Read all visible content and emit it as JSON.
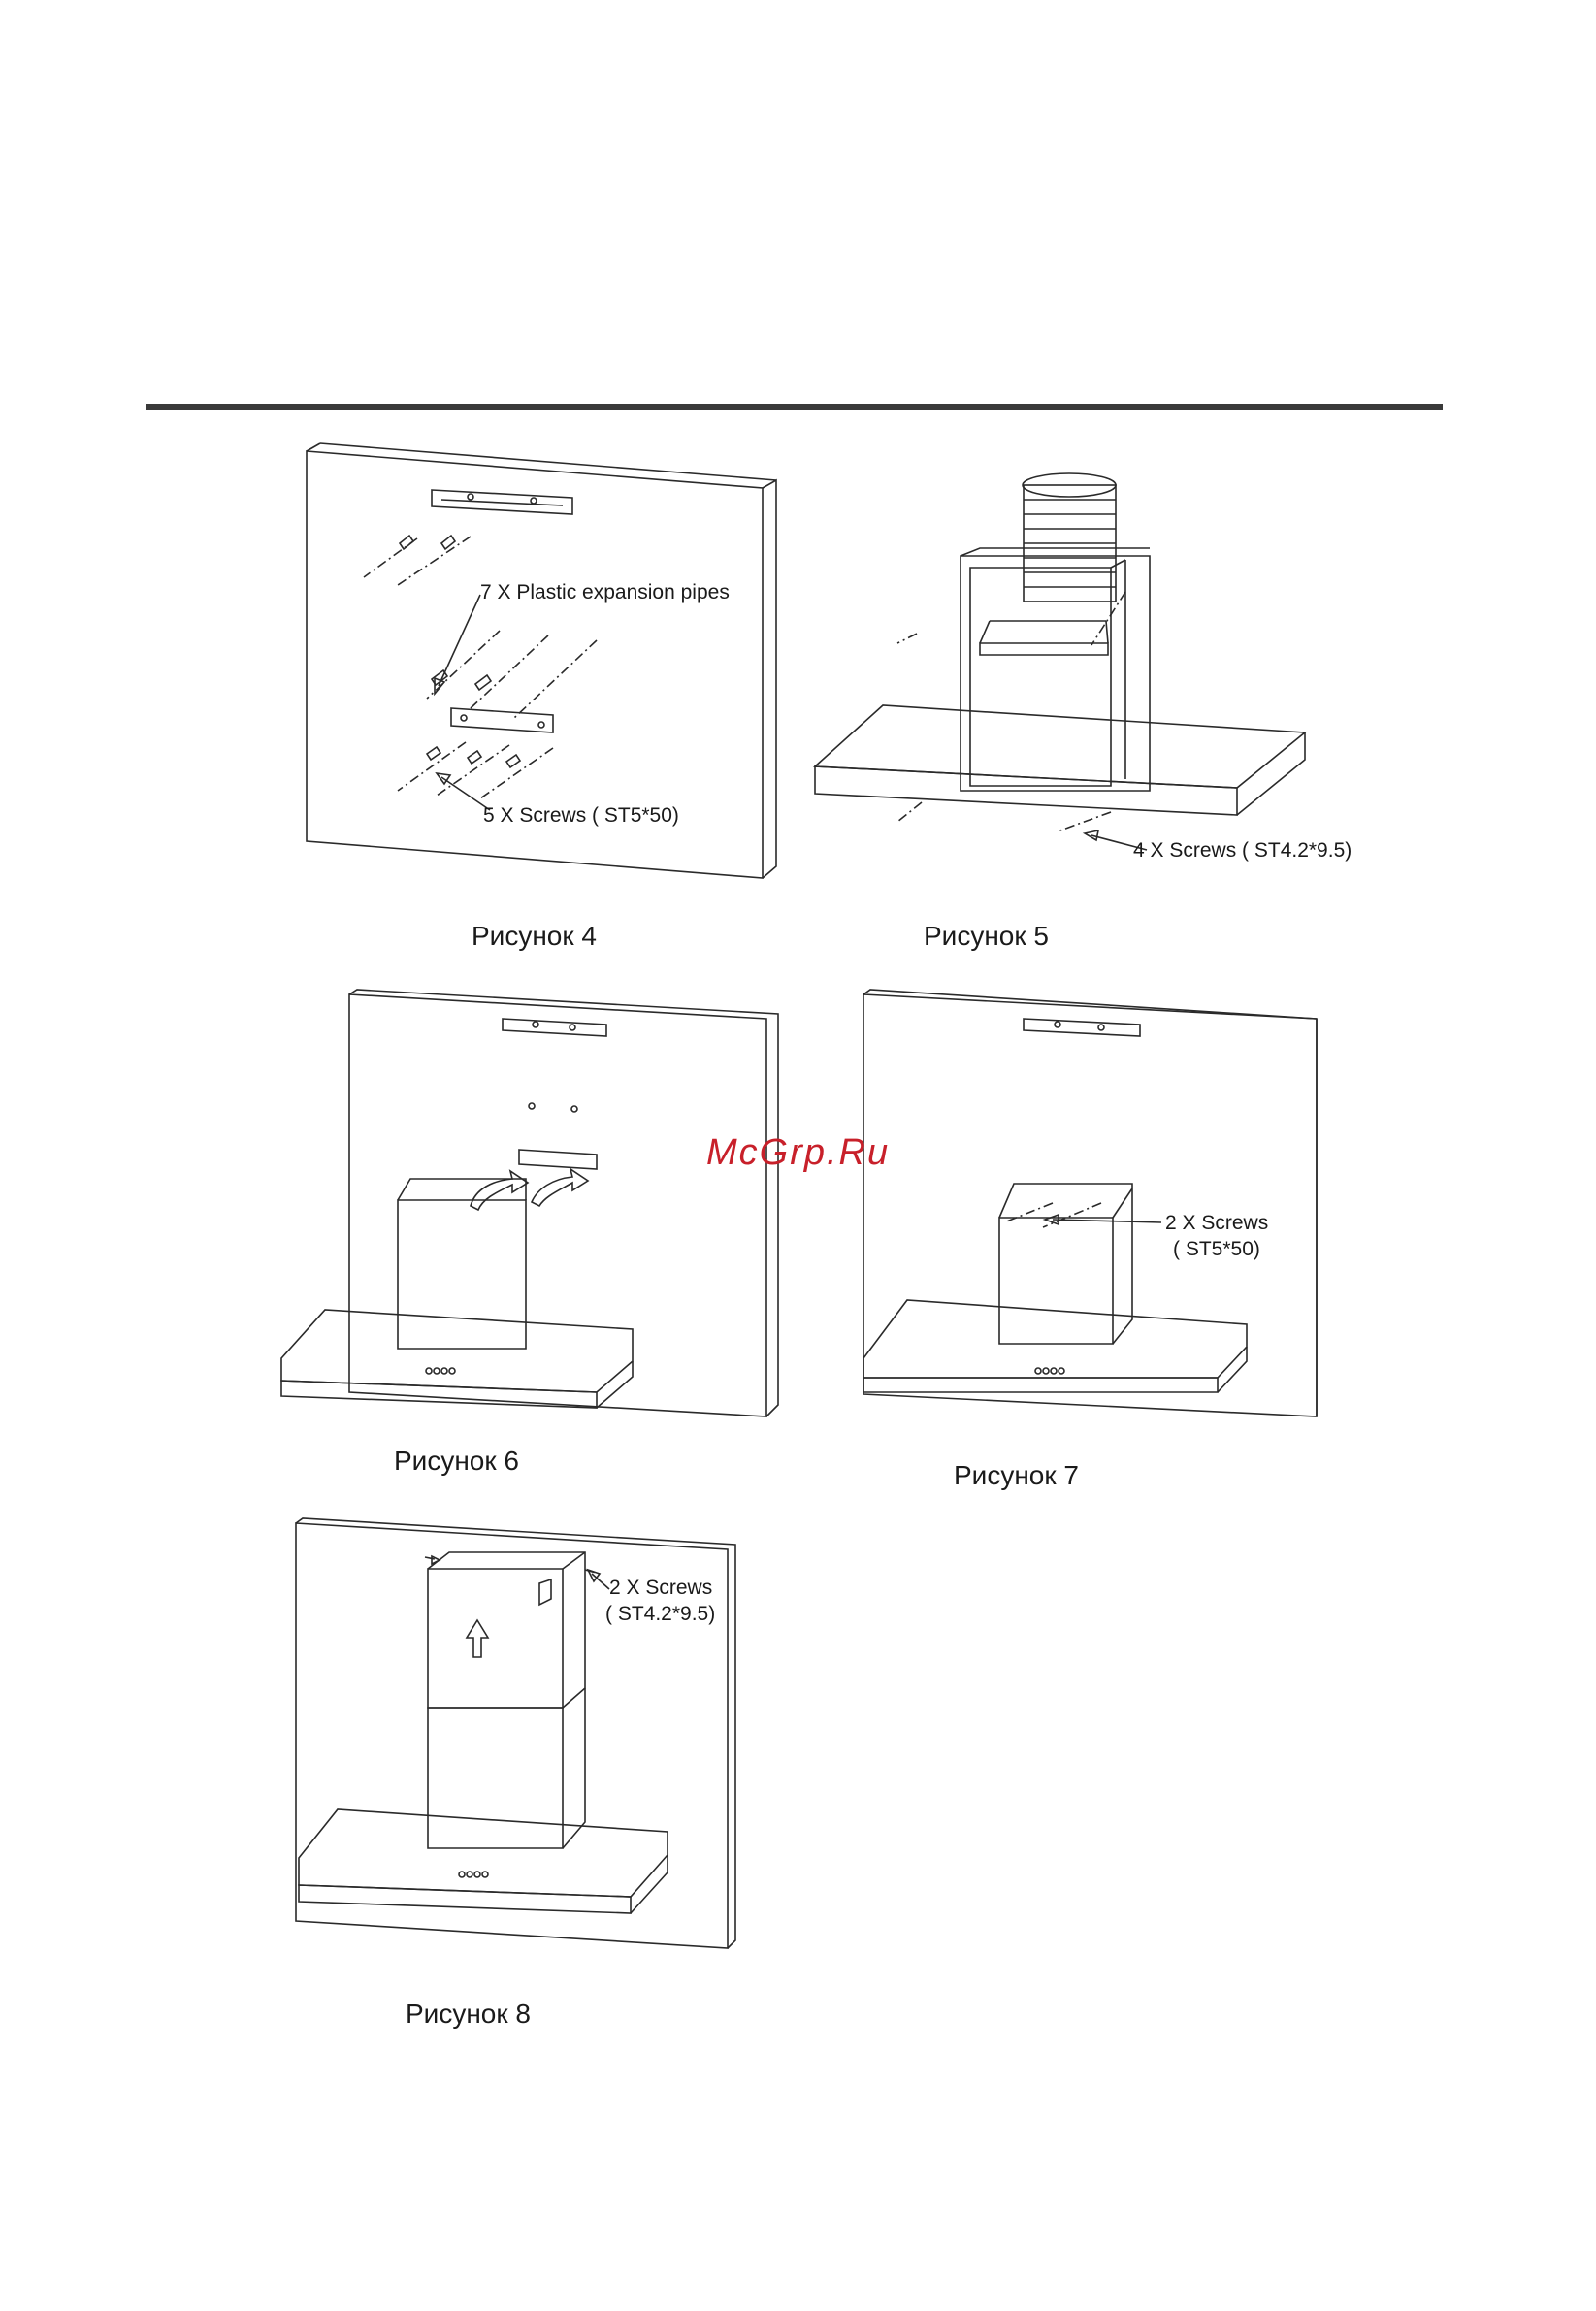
{
  "figures": {
    "fig4": {
      "caption": "Рисунок 4",
      "note_pipes": "7 X Plastic expansion pipes",
      "note_screws": "5 X Screws ( ST5*50)"
    },
    "fig5": {
      "caption": "Рисунок 5",
      "note_screws": "4 X Screws ( ST4.2*9.5)"
    },
    "fig6": {
      "caption": "Рисунок 6"
    },
    "fig7": {
      "caption": "Рисунок 7",
      "note_screws_line1": "2 X Screws",
      "note_screws_line2": "( ST5*50)"
    },
    "fig8": {
      "caption": "Рисунок 8",
      "note_screws_line1": "2 X Screws",
      "note_screws_line2": "( ST4.2*9.5)"
    }
  },
  "watermark": "McGrp.Ru",
  "colors": {
    "ink": "#2a2a2a",
    "watermark": "#c8202a",
    "rule": "#3a3a3a"
  }
}
